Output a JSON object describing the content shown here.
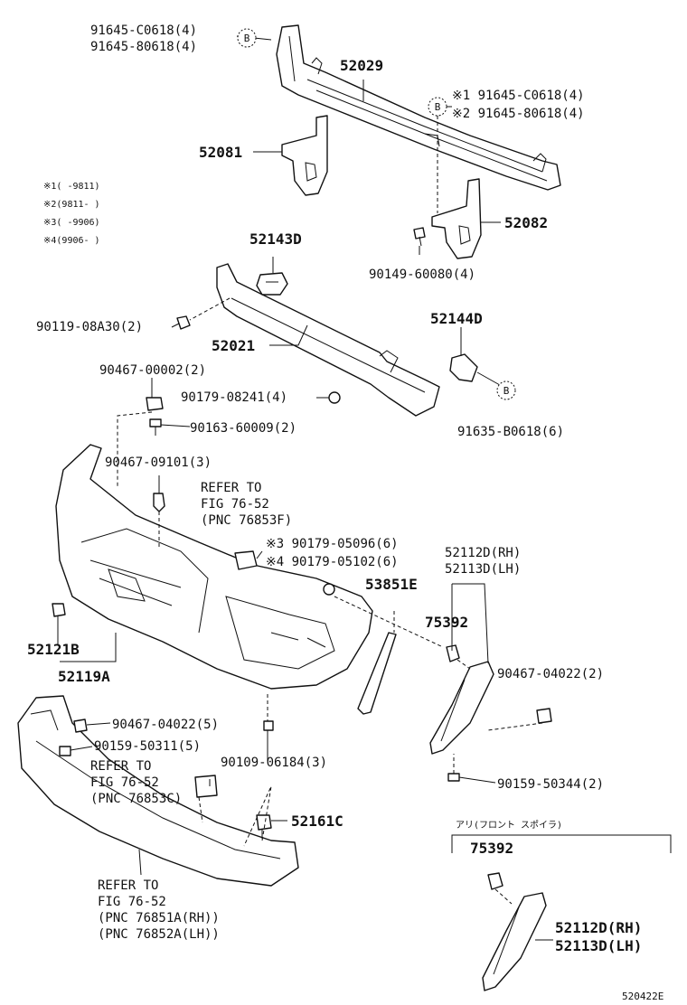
{
  "labels": {
    "b_top_a": "91645-C0618(4)",
    "b_top_b": "91645-80618(4)",
    "b_mid_a": "※1 91645-C0618(4)",
    "b_mid_b": "※2 91645-80618(4)",
    "p52029": "52029",
    "p52081": "52081",
    "p52082": "52082",
    "p90149": "90149-60080(4)",
    "p52143d": "52143D",
    "p90119": "90119-08A30(2)",
    "p52021": "52021",
    "p52144d": "52144D",
    "p90467_2": "90467-00002(2)",
    "p90179_08": "90179-08241(4)",
    "p90163": "90163-60009(2)",
    "p91635": "91635-B0618(6)",
    "p90467_09": "90467-09101(3)",
    "ref1_a": "REFER TO",
    "ref1_b": "FIG 76-52",
    "ref1_c": "(PNC 76853F)",
    "p90179_05096": "※3 90179-05096(6)",
    "p90179_05102": "※4 90179-05102(6)",
    "p52112d": "52112D(RH)",
    "p52113d": "52113D(LH)",
    "p53851e": "53851E",
    "p75392": "75392",
    "p52121b": "52121B",
    "p52119a": "52119A",
    "p90467_04022_2": "90467-04022(2)",
    "p90467_04022_5": "90467-04022(5)",
    "p90159_50311": "90159-50311(5)",
    "ref2_a": "REFER TO",
    "ref2_b": "FIG 76-52",
    "ref2_c": "(PNC 76853C)",
    "p90109": "90109-06184(3)",
    "p90159_50344": "90159-50344(2)",
    "p52161c": "52161C",
    "ref3_a": "REFER TO",
    "ref3_b": "FIG 76-52",
    "ref3_c": "(PNC 76851A(RH))",
    "ref3_d": "(PNC 76852A(LH))",
    "box_title": "アリ(フロント スポイラ)",
    "p75392_box": "75392",
    "p52112d_box": "52112D(RH)",
    "p52113d_box": "52113D(LH)",
    "fig_id": "520422E",
    "bubble": "B"
  },
  "legend": [
    "※1(     -9811)",
    "※2(9811-     )",
    "※3(     -9906)",
    "※4(9906-     )"
  ]
}
